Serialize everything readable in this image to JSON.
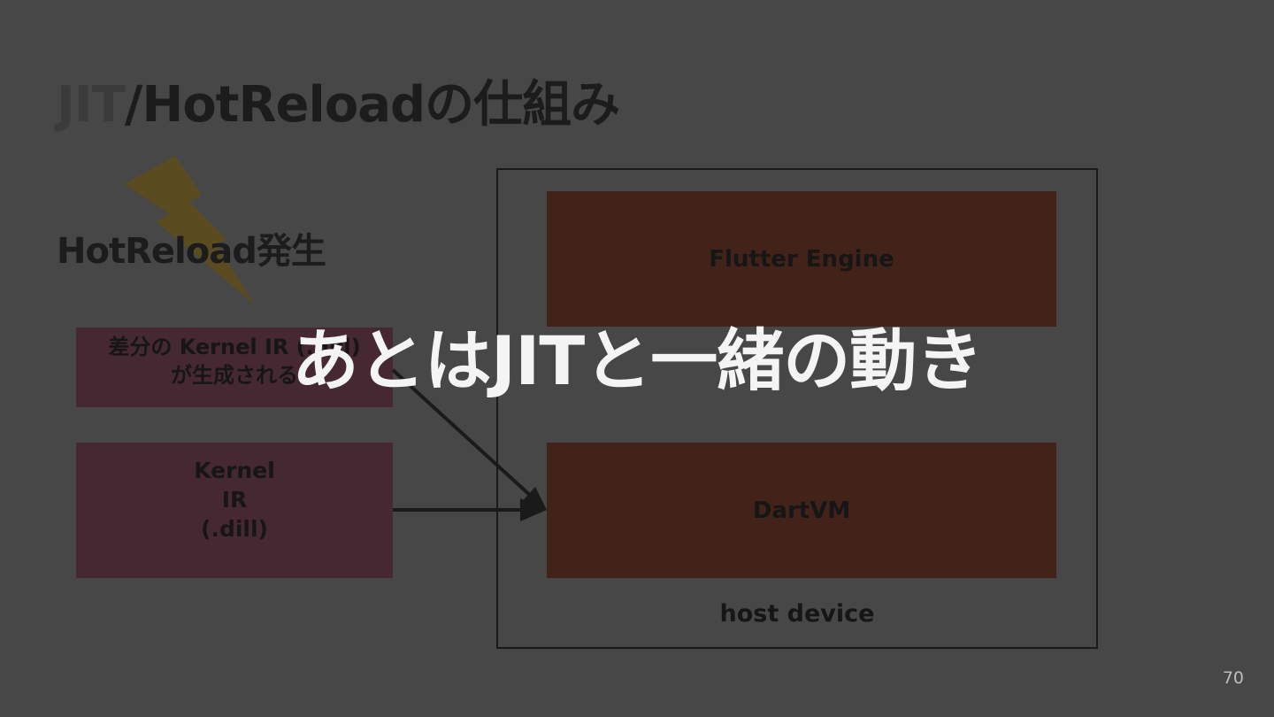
{
  "slide": {
    "title_faded": "JIT",
    "title_rest": "/HotReloadの仕組み",
    "subtitle": "HotReload発生",
    "kernel_diff": {
      "line1": "差分の Kernel IR (.dill)",
      "line2": "が生成される"
    },
    "kernel_main": {
      "line1": "Kernel",
      "line2": "IR",
      "line3": "(.dill)"
    },
    "flutter_engine": "Flutter Engine",
    "dart_vm": "DartVM",
    "host_device": "host device",
    "overlay": "あとはJITと一緒の動き",
    "page_number": "70"
  },
  "icons": {
    "bolt": "lightning-bolt-icon"
  },
  "colors": {
    "background": "#474747",
    "kernel_box": "#452831",
    "engine_box": "#432219",
    "bolt": "#5a4b20",
    "overlay_text": "#f4f4f4"
  }
}
